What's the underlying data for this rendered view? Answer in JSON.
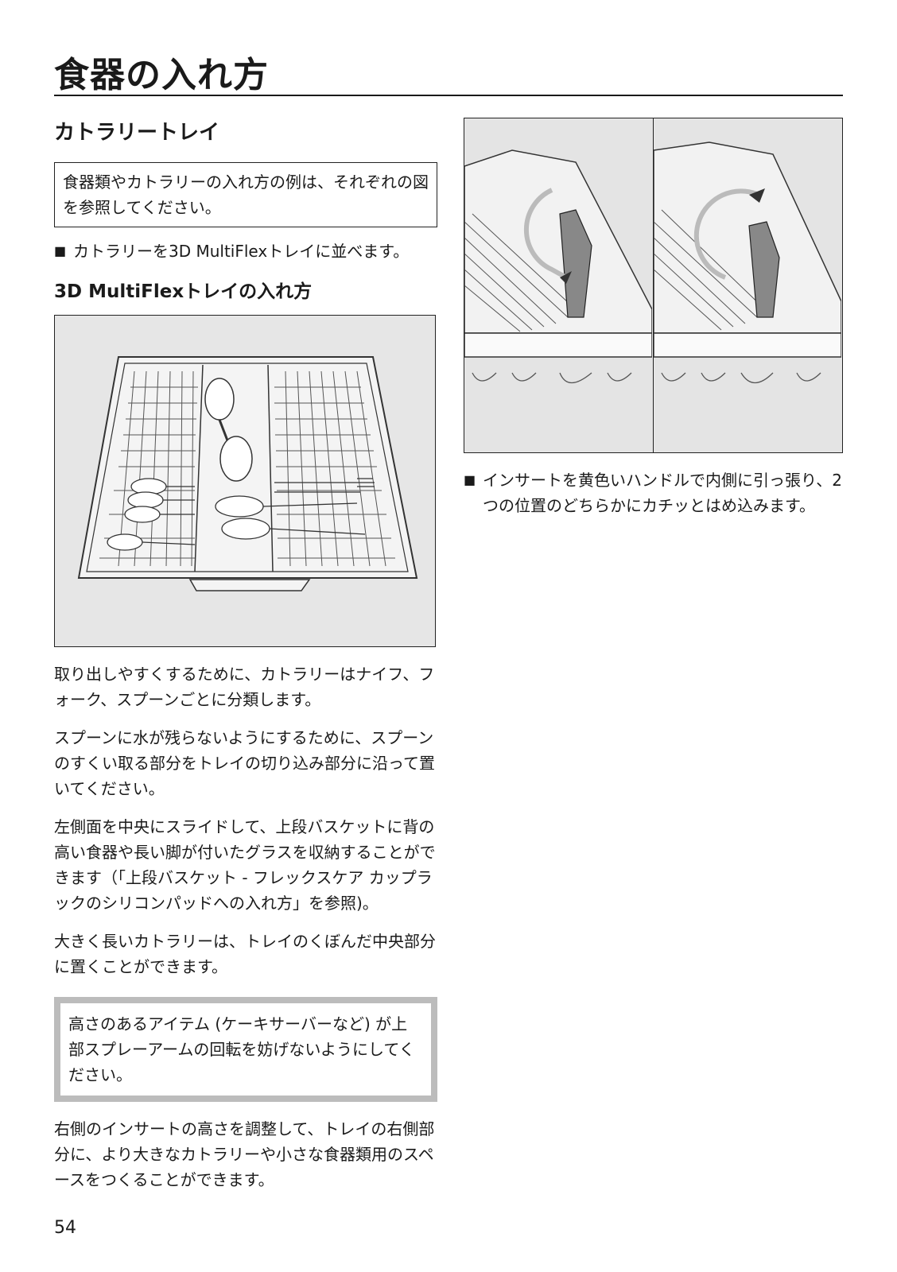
{
  "page": {
    "title": "食器の入れ方",
    "page_number": "54"
  },
  "left": {
    "heading": "カトラリートレイ",
    "note": "食器類やカトラリーの入れ方の例は、それぞれの図を参照してください。",
    "bullet": "カトラリーを3D MultiFlexトレイに並べます。",
    "subheading": "3D MultiFlexトレイの入れ方",
    "paragraphs": [
      "取り出しやすくするために、カトラリーはナイフ、フォーク、スプーンごとに分類します。",
      "スプーンに水が残らないようにするために、スプーンのすくい取る部分をトレイの切り込み部分に沿って置いてください。",
      "左側面を中央にスライドして、上段バスケットに背の高い食器や長い脚が付いたグラスを収納することができます（「上段バスケット - フレックスケア カップラックのシリコンパッドへの入れ方」を参照)。",
      "大きく長いカトラリーは、トレイのくぼんだ中央部分に置くことができます。"
    ],
    "warning": "高さのあるアイテム (ケーキサーバーなど) が上部スプレーアームの回転を妨げないようにしてください。",
    "last_paragraph": "右側のインサートの高さを調整して、トレイの右側部分に、より大きなカトラリーや小さな食器類用のスペースをつくることができます。"
  },
  "right": {
    "bullet": "インサートを黄色いハンドルで内側に引っ張り、2つの位置のどちらかにカチッとはめ込みます。"
  }
}
